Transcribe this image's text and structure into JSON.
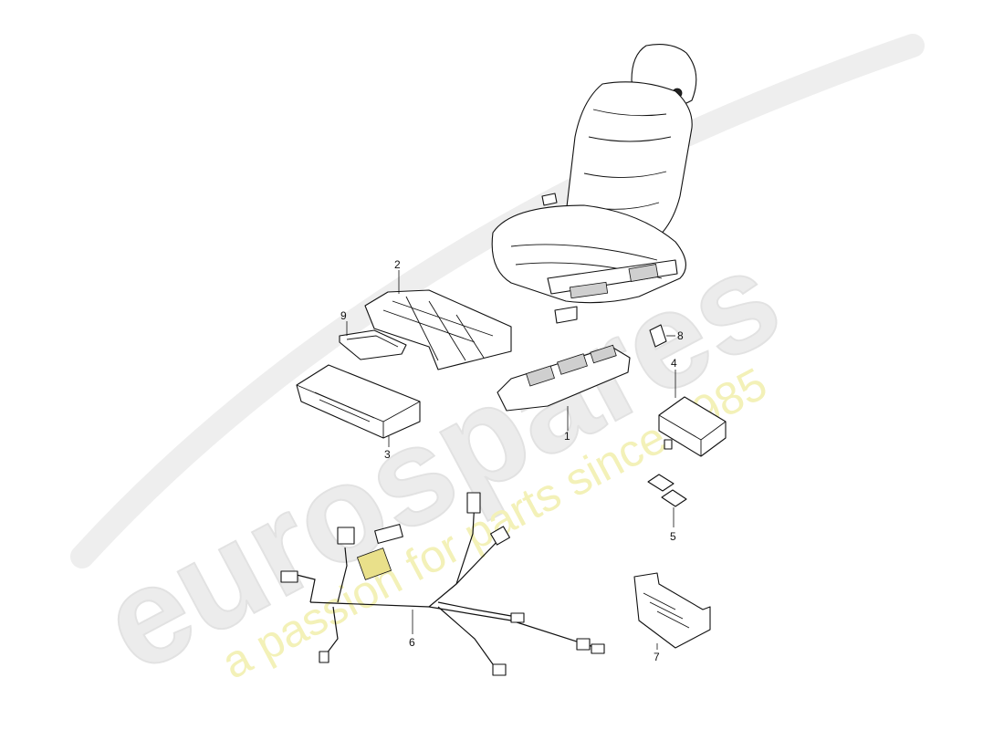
{
  "watermark": {
    "brand": "eurospares",
    "tagline": "a passion for parts since 1985"
  },
  "callouts": [
    "1",
    "2",
    "3",
    "4",
    "5",
    "6",
    "7",
    "8",
    "9"
  ],
  "colors": {
    "line": "#111111",
    "watermark_text": "#ececec",
    "watermark_tagline": "#f3f1b8"
  }
}
